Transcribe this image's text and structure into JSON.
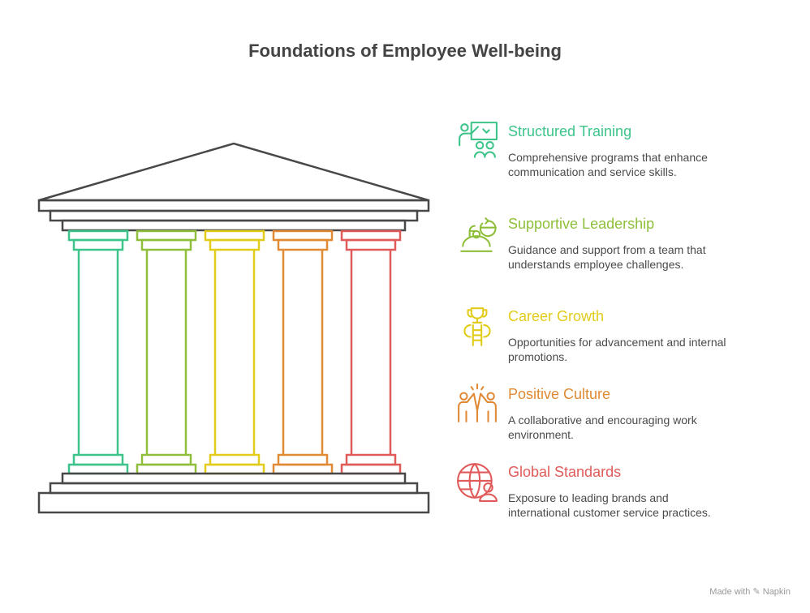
{
  "title": "Foundations of Employee Well-being",
  "colors": {
    "outline": "#484848",
    "green": "#3cc48a",
    "olive": "#8fbf3a",
    "yellow": "#e2cc1a",
    "orange": "#e08a35",
    "red": "#e05a5a"
  },
  "pillars": [
    {
      "title": "Structured Training",
      "description": "Comprehensive programs that enhance communication and service skills.",
      "color": "#3cc48a",
      "icon": "presentation-training-icon"
    },
    {
      "title": "Supportive Leadership",
      "description": "Guidance and support from a team that understands employee challenges.",
      "color": "#8fbf3a",
      "icon": "leader-support-icon"
    },
    {
      "title": "Career Growth",
      "description": "Opportunities for advancement and internal promotions.",
      "color": "#e2cc1a",
      "icon": "trophy-ladder-icon"
    },
    {
      "title": "Positive Culture",
      "description": "A collaborative and encouraging work environment.",
      "color": "#e08a35",
      "icon": "high-five-icon"
    },
    {
      "title": "Global Standards",
      "description": "Exposure to leading brands and international customer service practices.",
      "color": "#e05a5a",
      "icon": "globe-person-icon"
    }
  ],
  "footer": "Made with ✎ Napkin"
}
